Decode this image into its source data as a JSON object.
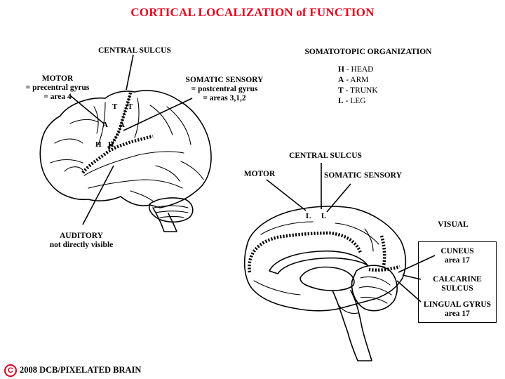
{
  "title": "CORTICAL LOCALIZATION of FUNCTION",
  "lateral": {
    "central_sulcus": "CENTRAL SULCUS",
    "motor": {
      "line1": "MOTOR",
      "line2": "= precentral gyrus",
      "line3": "= area 4"
    },
    "somatic_sensory": {
      "line1": "SOMATIC SENSORY",
      "line2": "= postcentral gyrus",
      "line3": "= areas 3,1,2"
    },
    "auditory": {
      "line1": "AUDITORY",
      "line2": "not directly visible"
    },
    "letters": {
      "t": "T",
      "a": "A",
      "h": "H"
    }
  },
  "somatotopic": {
    "heading": "SOMATOTOPIC ORGANIZATION",
    "items": [
      {
        "code": "H",
        "text": " - HEAD"
      },
      {
        "code": "A",
        "text": " - ARM"
      },
      {
        "code": "T",
        "text": " - TRUNK"
      },
      {
        "code": "L",
        "text": " - LEG"
      }
    ]
  },
  "medial": {
    "central_sulcus": "CENTRAL SULCUS",
    "motor": "MOTOR",
    "somatic_sensory": "SOMATIC SENSORY",
    "visual": "VISUAL",
    "letters": {
      "l": "L"
    },
    "cuneus": {
      "line1": "CUNEUS",
      "line2": "area 17"
    },
    "calcarine": {
      "line1": "CALCARINE",
      "line2": "SULCUS"
    },
    "lingual": {
      "line1": "LINGUAL GYRUS",
      "line2": "area 17"
    }
  },
  "footer": {
    "symbol": "C",
    "text": "2008  DCB/PIXELATED BRAIN"
  },
  "colors": {
    "title": "#e8001c",
    "copyright": "#d8001c"
  }
}
